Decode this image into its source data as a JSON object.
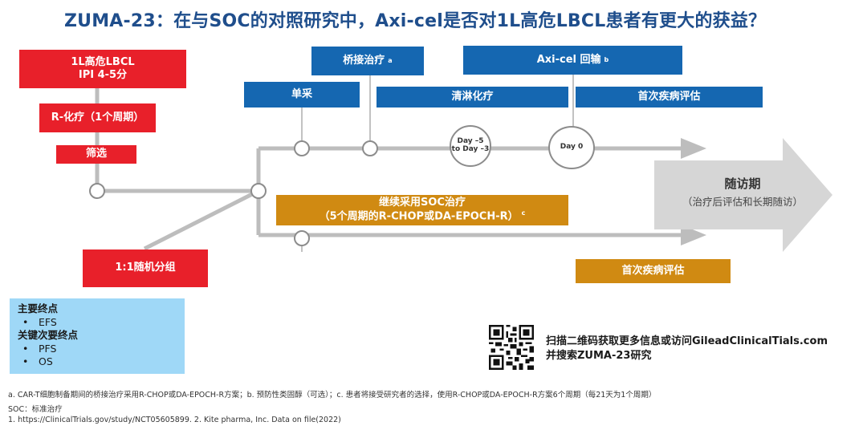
{
  "title": "ZUMA-23：在与SOC的对照研究中，Axi-cel是否对1L高危LBCL患者有更大的获益？",
  "population": {
    "line1": "1L高危LBCL",
    "line2": "IPI 4-5分"
  },
  "rchemo": "R-化疗（1个周期）",
  "screening": "筛选",
  "randomization": "1:1随机分组",
  "axicel_arm": {
    "bridging": "桥接治疗",
    "bridging_sup": "a",
    "infusion": "Axi-cel 回输",
    "infusion_sup": "b",
    "leukapheresis": "单采",
    "lymphodepletion": "清淋化疗",
    "first_assessment": "首次疾病评估",
    "day_range": {
      "line1": "Day –5",
      "line2": "to Day –3"
    },
    "day0": "Day 0"
  },
  "soc_arm": {
    "line1": "继续采用SOC治疗",
    "line2": "（5个周期的R-CHOP或DA-EPOCH-R）",
    "sup": "c",
    "first_assessment": "首次疾病评估"
  },
  "followup": {
    "title": "随访期",
    "subtitle": "（治疗后评估和长期随访）"
  },
  "endpoints": {
    "primary_label": "主要终点",
    "primary": [
      "EFS"
    ],
    "secondary_label": "关键次要终点",
    "secondary": [
      "PFS",
      "OS"
    ],
    "bullet": "•"
  },
  "qr_text": {
    "line1": "扫描二维码获取更多信息或访问GileadClinicalTials.com",
    "line2": "并搜索ZUMA-23研究"
  },
  "footnotes": {
    "notes": "a. CAR-T细胞制备期间的桥接治疗采用R-CHOP或DA-EPOCH-R方案；b. 预防性类固醇（可选）；c. 患者将接受研究者的选择，使用R-CHOP或DA-EPOCH-R方案6个周期（每21天为1个周期）",
    "abbr": "SOC：标准治疗",
    "refs": "1. https://ClinicalTrials.gov/study/NCT05605899. 2. Kite pharma, Inc. Data on file(2022)"
  },
  "colors": {
    "red": "#e8202a",
    "blue": "#1567b1",
    "orange": "#d08a12",
    "title": "#1f4e8c",
    "line": "#b5b5b5",
    "followup_bg": "#d6d6d6",
    "endpoint_bg": "#9fd8f7"
  }
}
